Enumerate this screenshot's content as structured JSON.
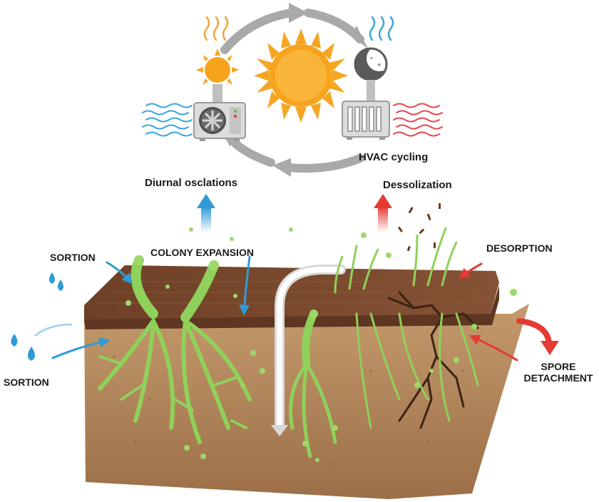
{
  "labels": {
    "hvac_cycling": "HVAC cycling",
    "diurnal_oscillations": "Diurnal osclations",
    "dessolization": "Dessolization",
    "sortion_top": "SORTION",
    "colony_expansion": "COLONY EXPANSION",
    "desorption": "DESORPTION",
    "sortion_bottom": "SORTION",
    "spore_detachment_line1": "SPORE",
    "spore_detachment_line2": "DETACHMENT"
  },
  "colors": {
    "sun_core": "#f7a41d",
    "sun_rays": "#f5a623",
    "cycle_arrow": "#a9a9a9",
    "unit_body": "#dcdcdc",
    "cool_waves": "#3aa7d9",
    "warm_waves": "#e8474e",
    "blue_arrow": "#2f9bd6",
    "red_arrow": "#e53b33",
    "soil_top": "#7a4a2c",
    "soil_body": "#b98a5f",
    "hyphae": "#8fd15a",
    "spores": "#9ed86a"
  }
}
